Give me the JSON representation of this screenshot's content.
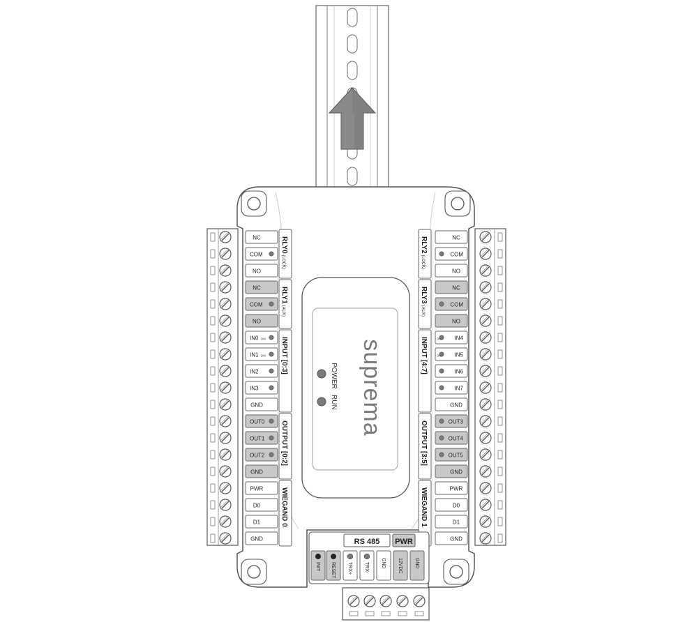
{
  "brand": "suprema",
  "leds": {
    "power": "POWER",
    "run": "RUN"
  },
  "left_groups": [
    {
      "label": "RLY0",
      "sub": "(LOCK)",
      "shaded": false,
      "terms": [
        "NC",
        "COM",
        "NO"
      ]
    },
    {
      "label": "RLY1",
      "sub": "(AUX)",
      "shaded": true,
      "terms": [
        "NC",
        "COM",
        "NO"
      ]
    },
    {
      "label": "INPUT [0:3]",
      "sub": "",
      "shaded": false,
      "terms": [
        "IN0",
        "IN1",
        "IN2",
        "IN3",
        "GND"
      ]
    },
    {
      "label": "OUTPUT [0:2]",
      "sub": "",
      "shaded": true,
      "terms": [
        "OUT0",
        "OUT1",
        "OUT2",
        "GND"
      ]
    },
    {
      "label": "WIEGAND 0",
      "sub": "",
      "shaded": false,
      "terms": [
        "PWR",
        "D0",
        "D1",
        "GND"
      ]
    }
  ],
  "right_groups": [
    {
      "label": "RLY2",
      "sub": "(LOCK)",
      "shaded": false,
      "terms": [
        "NC",
        "COM",
        "NO"
      ]
    },
    {
      "label": "RLY3",
      "sub": "(AUX)",
      "shaded": true,
      "terms": [
        "NC",
        "COM",
        "NO"
      ]
    },
    {
      "label": "INPUT [4:7]",
      "sub": "",
      "shaded": false,
      "terms": [
        "IN4",
        "IN5",
        "IN6",
        "IN7",
        "GND"
      ]
    },
    {
      "label": "OUTPUT [3:5]",
      "sub": "",
      "shaded": true,
      "terms": [
        "OUT3",
        "OUT4",
        "OUT5",
        "GND"
      ]
    },
    {
      "label": "WIEGAND 1",
      "sub": "",
      "shaded": false,
      "terms": [
        "PWR",
        "D0",
        "D1",
        "GND"
      ]
    }
  ],
  "input_suffix": "DM",
  "bottom": {
    "rs485_label": "RS 485",
    "pwr_label": "PWR",
    "terms": [
      "INIT",
      "RESET",
      "TRX+",
      "TRX-",
      "GND",
      "12VDC",
      "GND"
    ]
  },
  "colors": {
    "line": "#555555",
    "shade": "#c8c8c8",
    "arrow": "#8a8a8a",
    "led": "#7a7a7a"
  }
}
